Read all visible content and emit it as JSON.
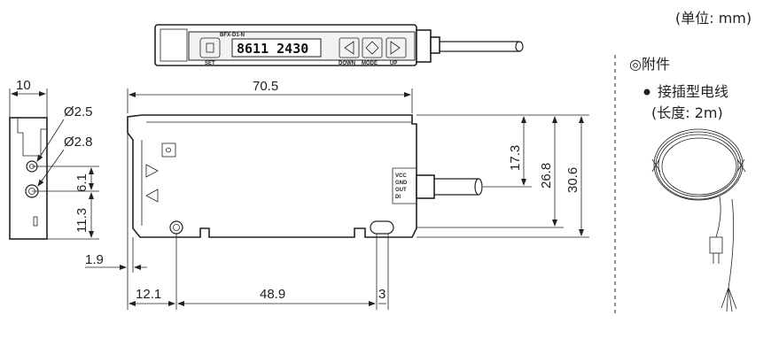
{
  "unit_note": "(单位: mm)",
  "accessory": {
    "title": "◎附件",
    "item": "接插型电线",
    "item_length": "(长度: 2m)"
  },
  "front_panel": {
    "model": "BFX-D1-N",
    "display_value": "8611 2430",
    "buttons": [
      "SET",
      "DOWN",
      "MODE",
      "UP"
    ]
  },
  "cable_labels": [
    "VCC",
    "GND",
    "OUT",
    "DI"
  ],
  "dimensions": {
    "side_width": "10",
    "hole_dia_1": "Ø2.5",
    "hole_dia_2": "Ø2.8",
    "pitch_small": "6.1",
    "pitch_large": "11.3",
    "offset_left": "1.9",
    "total_length": "70.5",
    "h1": "17.3",
    "h2": "26.8",
    "h3": "30.6",
    "bottom_left": "12.1",
    "bottom_mid": "48.9",
    "bottom_right": "3"
  }
}
